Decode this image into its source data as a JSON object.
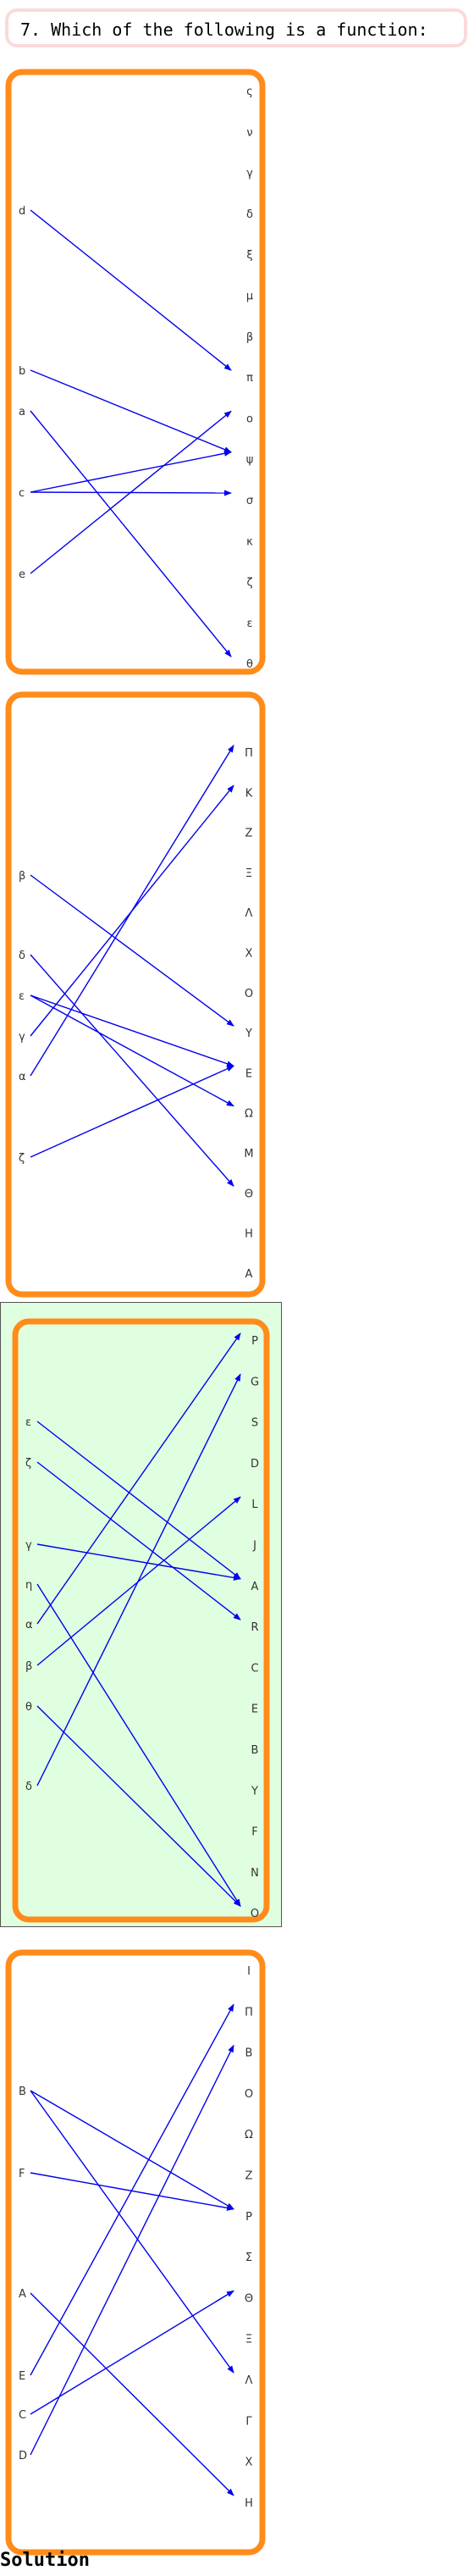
{
  "question": {
    "text": "7. Which of the following is a function:"
  },
  "solution": {
    "text": "Solution"
  },
  "colors": {
    "box_border": "#ff8c1a",
    "arrow": "#0000ee",
    "highlight_bg": "#e0ffe0",
    "question_border": "#fbdada"
  },
  "options": [
    {
      "domain": [
        "d",
        "b",
        "a",
        "c",
        "e"
      ],
      "codomain": [
        "ς",
        "ν",
        "γ",
        "δ",
        "ξ",
        "μ",
        "β",
        "π",
        "ο",
        "ψ",
        "σ",
        "κ",
        "ζ",
        "ε",
        "θ"
      ],
      "arrows": [
        [
          "d",
          "π"
        ],
        [
          "b",
          "ψ"
        ],
        [
          "a",
          "θ"
        ],
        [
          "c",
          "ψ"
        ],
        [
          "c",
          "σ"
        ],
        [
          "e",
          "ο"
        ]
      ],
      "highlighted": false
    },
    {
      "domain": [
        "β",
        "δ",
        "ε",
        "γ",
        "α",
        "ζ"
      ],
      "codomain": [
        "Π",
        "Κ",
        "Ζ",
        "Ξ",
        "Λ",
        "Χ",
        "Ο",
        "Υ",
        "Ε",
        "Ω",
        "Μ",
        "Θ",
        "Η",
        "Α"
      ],
      "arrows": [
        [
          "β",
          "Υ"
        ],
        [
          "δ",
          "Θ"
        ],
        [
          "ε",
          "Ω"
        ],
        [
          "ε",
          "Ε"
        ],
        [
          "γ",
          "Κ"
        ],
        [
          "α",
          "Π"
        ],
        [
          "ζ",
          "Ε"
        ]
      ],
      "highlighted": false
    },
    {
      "domain": [
        "ε",
        "ζ",
        "γ",
        "η",
        "α",
        "β",
        "θ",
        "δ"
      ],
      "codomain": [
        "P",
        "G",
        "S",
        "D",
        "L",
        "J",
        "A",
        "R",
        "C",
        "E",
        "B",
        "Y",
        "F",
        "N",
        "O"
      ],
      "arrows": [
        [
          "ε",
          "A"
        ],
        [
          "ζ",
          "R"
        ],
        [
          "γ",
          "A"
        ],
        [
          "η",
          "O"
        ],
        [
          "α",
          "P"
        ],
        [
          "β",
          "L"
        ],
        [
          "θ",
          "O"
        ],
        [
          "δ",
          "G"
        ]
      ],
      "highlighted": true
    },
    {
      "domain": [
        "B",
        "F",
        "A",
        "E",
        "C",
        "D"
      ],
      "codomain": [
        "I",
        "Π",
        "B",
        "O",
        "Ω",
        "Z",
        "P",
        "Σ",
        "Θ",
        "Ξ",
        "Λ",
        "Γ",
        "X",
        "H"
      ],
      "arrows": [
        [
          "B",
          "P"
        ],
        [
          "B",
          "Λ"
        ],
        [
          "F",
          "P"
        ],
        [
          "A",
          "H"
        ],
        [
          "E",
          "Π"
        ],
        [
          "C",
          "Θ"
        ],
        [
          "D",
          "B"
        ]
      ],
      "highlighted": false
    }
  ]
}
